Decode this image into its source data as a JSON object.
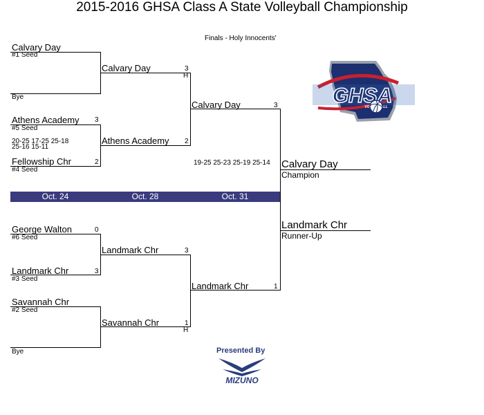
{
  "title": "2015-2016 GHSA Class A State Volleyball Championship",
  "venue": "Finals - Holy Innocents'",
  "dates": [
    "Oct. 24",
    "Oct. 28",
    "Oct. 31"
  ],
  "round1": {
    "m1": {
      "team_a": "Calvary Day",
      "seed_a": "#1 Seed",
      "team_b": "Bye"
    },
    "m2": {
      "team_a": "Athens Academy",
      "seed_a": "#5 Seed",
      "score_a": "3",
      "games_line1": "20-25 17-25 25-18",
      "games_line2": "25-16 15-11",
      "team_b": "Fellowship Chr",
      "seed_b": "#4 Seed",
      "score_b": "2"
    },
    "m3": {
      "team_a": "George Walton",
      "seed_a": "#6 Seed",
      "score_a": "0",
      "team_b": "Landmark Chr",
      "seed_b": "#3 Seed",
      "score_b": "3"
    },
    "m4": {
      "team_a": "Savannah Chr",
      "seed_a": "#2 Seed",
      "team_b": "Bye"
    }
  },
  "round2": {
    "s1": {
      "team": "Calvary Day",
      "score": "3",
      "home": "H"
    },
    "s2": {
      "team": "Athens Academy",
      "score": "2"
    },
    "s3": {
      "team": "Landmark Chr",
      "score": "3"
    },
    "s4": {
      "team": "Savannah Chr",
      "score": "1",
      "home": "H"
    }
  },
  "final": {
    "top": {
      "team": "Calvary Day",
      "score": "3"
    },
    "bottom": {
      "team": "Landmark Chr",
      "score": "1"
    },
    "games": "19-25 25-23 25-19 25-14"
  },
  "results": {
    "champion": {
      "team": "Calvary Day",
      "label": "Champion"
    },
    "runner_up": {
      "team": "Landmark Chr",
      "label": "Runner-Up"
    }
  },
  "logo": {
    "text": "GHSA",
    "subtext": "VOLLEYBALL",
    "colors": {
      "navy": "#1c2f6e",
      "red": "#c8202f",
      "blue": "#2f5fb3"
    }
  },
  "sponsor": {
    "presented_by": "Presented By",
    "name": "MIZUNO",
    "color": "#2a3d7c"
  }
}
